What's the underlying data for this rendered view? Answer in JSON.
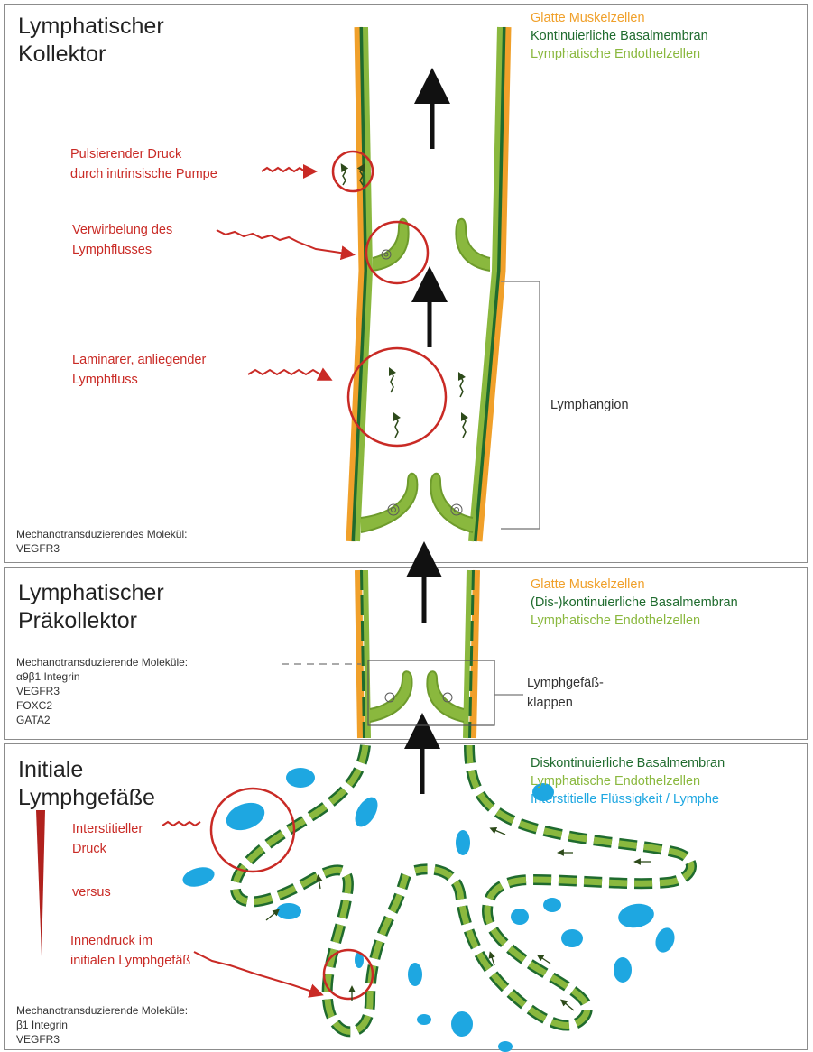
{
  "sections": {
    "collector": {
      "title_line1": "Lymphatischer",
      "title_line2": "Kollektor",
      "legend": [
        "Glatte Muskelzellen",
        "Kontinuierliche Basalmembran",
        "Lymphatische Endothelzellen"
      ],
      "annotations": {
        "pulsating_1": "Pulsierender Druck",
        "pulsating_2": "durch intrinsische Pumpe",
        "vortex_1": "Verwirbelung des",
        "vortex_2": "Lymphflusses",
        "laminar_1": "Laminarer, anliegender",
        "laminar_2": "Lymphfluss"
      },
      "lymphangion_label": "Lymphangion",
      "molecules_heading": "Mechanotransduzierendes Molekül:",
      "molecules": [
        "VEGFR3"
      ]
    },
    "precollector": {
      "title_line1": "Lymphatischer",
      "title_line2": "Präkollektor",
      "legend": [
        "Glatte Muskelzellen",
        "(Dis-)kontinuierliche Basalmembran",
        "Lymphatische Endothelzellen"
      ],
      "valves_label_1": "Lymphgefäß-",
      "valves_label_2": "klappen",
      "molecules_heading": "Mechanotransduzierende Moleküle:",
      "molecules": [
        "α9β1 Integrin",
        "VEGFR3",
        "FOXC2",
        "GATA2"
      ]
    },
    "initial": {
      "title_line1": "Initiale",
      "title_line2": "Lymphgefäße",
      "legend": [
        "Diskontinuierliche Basalmembran",
        "Lymphatische Endothelzellen",
        "Interstitielle Flüssigkeit / Lymphe"
      ],
      "annotations": {
        "interstitial_1": "Interstitieller",
        "interstitial_2": "Druck",
        "versus": "versus",
        "inner_1": "Innendruck im",
        "inner_2": "initialen Lymphgefäß"
      },
      "molecules_heading": "Mechanotransduzierende Moleküle:",
      "molecules": [
        "β1 Integrin",
        "VEGFR3"
      ]
    }
  },
  "colors": {
    "smooth_muscle": "#f0a02a",
    "basement_membrane": "#1f6b2e",
    "endothelial": "#8ab83e",
    "fluid": "#1ea7e1",
    "annotation_red": "#c92a25"
  }
}
